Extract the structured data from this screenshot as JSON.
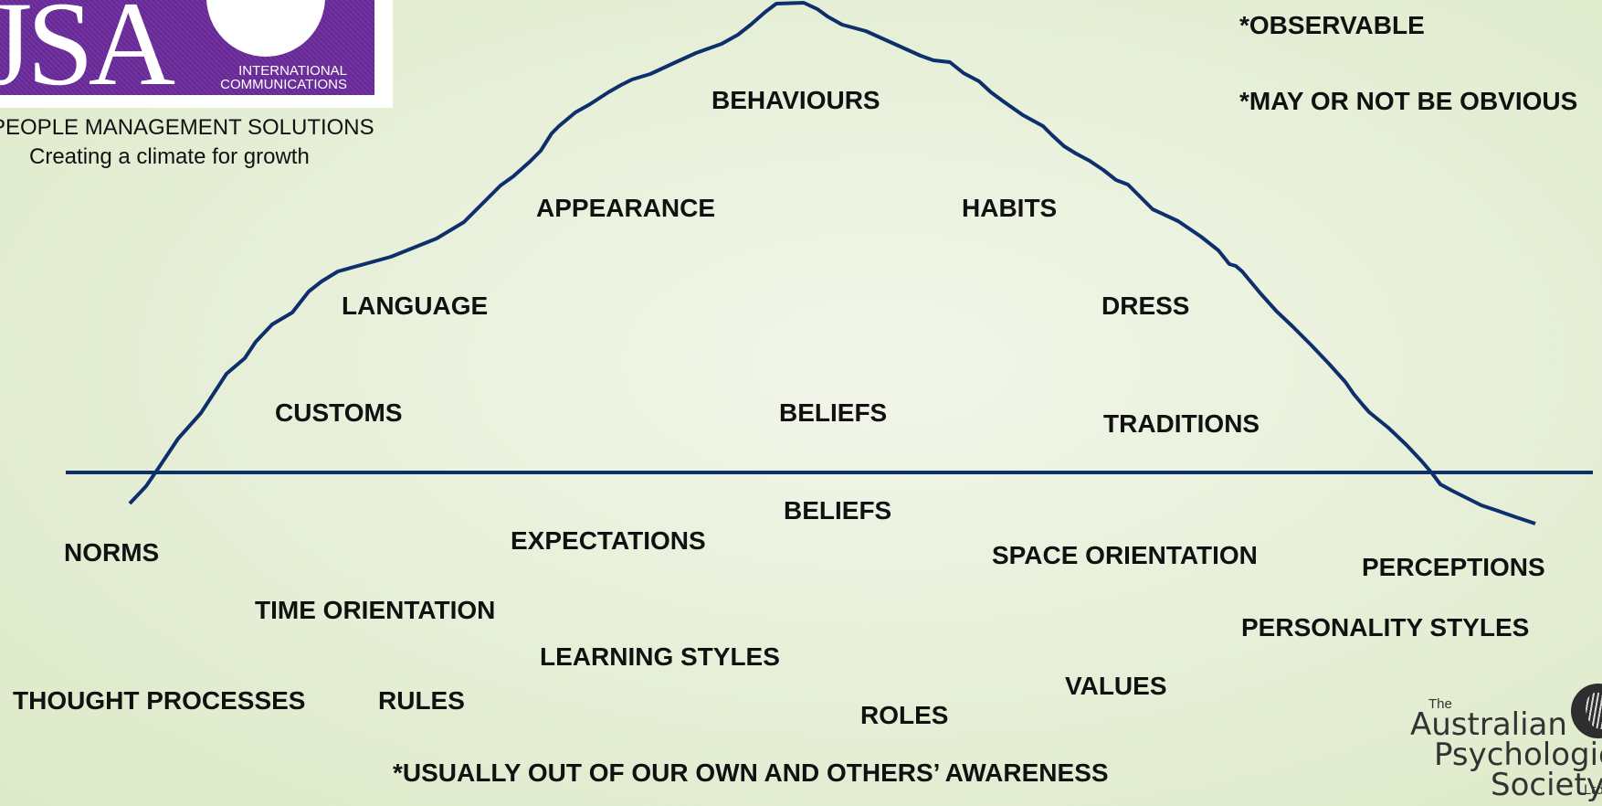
{
  "logo": {
    "brand": "JSA",
    "line1": "INTERNATIONAL",
    "line2": "COMMUNICATIONS",
    "tagline1": "PEOPLE MANAGEMENT SOLUTIONS",
    "tagline2": "Creating a climate for growth",
    "colors": {
      "band": "#6a2a9a"
    }
  },
  "notes": {
    "observable": "*OBSERVABLE",
    "obvious": "*MAY OR NOT BE OBVIOUS",
    "awareness": "*USUALLY OUT OF OUR OWN AND OTHERS’ AWARENESS"
  },
  "above_water": {
    "behaviours": "BEHAVIOURS",
    "appearance": "APPEARANCE",
    "habits": "HABITS",
    "language": "LANGUAGE",
    "dress": "DRESS",
    "customs": "CUSTOMS",
    "beliefs": "BELIEFS",
    "traditions": "TRADITIONS"
  },
  "below_water": {
    "beliefs": "BELIEFS",
    "norms": "NORMS",
    "expectations": "EXPECTATIONS",
    "space_orientation": "SPACE ORIENTATION",
    "perceptions": "PERCEPTIONS",
    "time_orientation": "TIME ORIENTATION",
    "personality_styles": "PERSONALITY STYLES",
    "learning_styles": "LEARNING STYLES",
    "values": "VALUES",
    "thought_processes": "THOUGHT PROCESSES",
    "rules": "RULES",
    "roles": "ROLES"
  },
  "aps_logo": {
    "the": "The",
    "word1": "Australian",
    "word2": "Psychological",
    "word3": "Society",
    "suffix": "Ltd"
  },
  "colors": {
    "line": "#0d2f6b",
    "text": "#111111"
  }
}
